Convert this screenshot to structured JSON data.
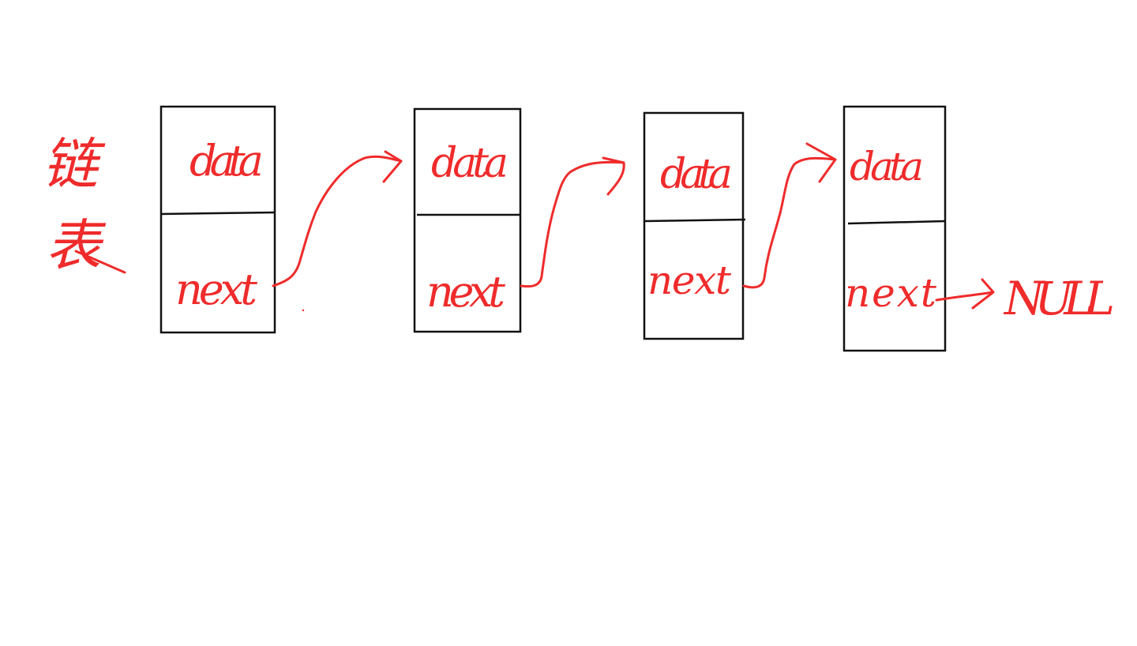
{
  "title": "链表",
  "ink_color": "#ef2b2b",
  "box_color": "#111111",
  "nodes": [
    {
      "data_label": "data",
      "next_label": "next"
    },
    {
      "data_label": "data",
      "next_label": "next"
    },
    {
      "data_label": "data",
      "next_label": "next"
    },
    {
      "data_label": "data",
      "next_label": "next"
    }
  ],
  "terminal": "NULL"
}
